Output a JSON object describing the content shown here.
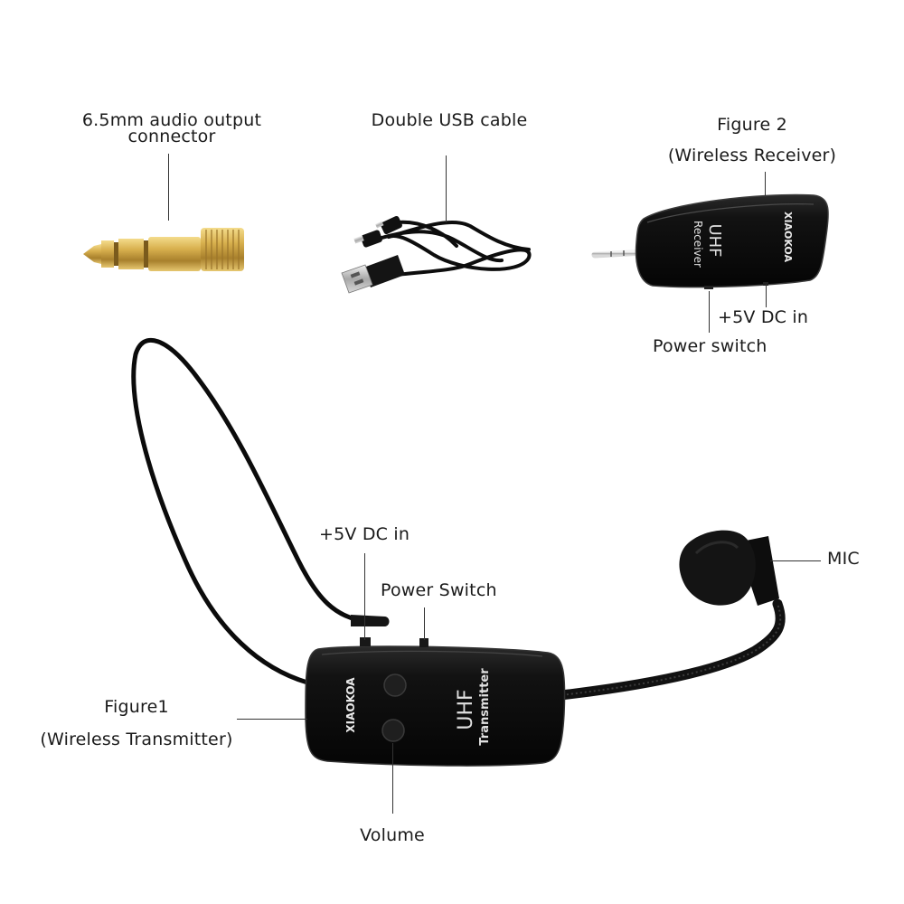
{
  "labels": {
    "connector_line1": "6.5mm audio output",
    "connector_line2": "connector",
    "usb_cable": "Double USB cable",
    "figure2": "Figure 2",
    "wireless_receiver": "(Wireless Receiver)",
    "receiver_dc_in": "+5V DC in",
    "receiver_power_switch": "Power switch",
    "transmitter_dc_in": "+5V DC in",
    "transmitter_power_switch": "Power Switch",
    "mic": "MIC",
    "figure1": "Figure1",
    "wireless_transmitter": "(Wireless Transmitter)",
    "volume": "Volume"
  },
  "device_markings": {
    "brand": "XIAOKOA",
    "receiver_band": "UHF",
    "receiver_type": "Receiver",
    "transmitter_band": "UHF",
    "transmitter_type": "Transmitter"
  },
  "colors": {
    "device_body": "#111111",
    "gold_plug": "#c8a048",
    "cable": "#0d0d0d",
    "leader_line": "#333333"
  }
}
